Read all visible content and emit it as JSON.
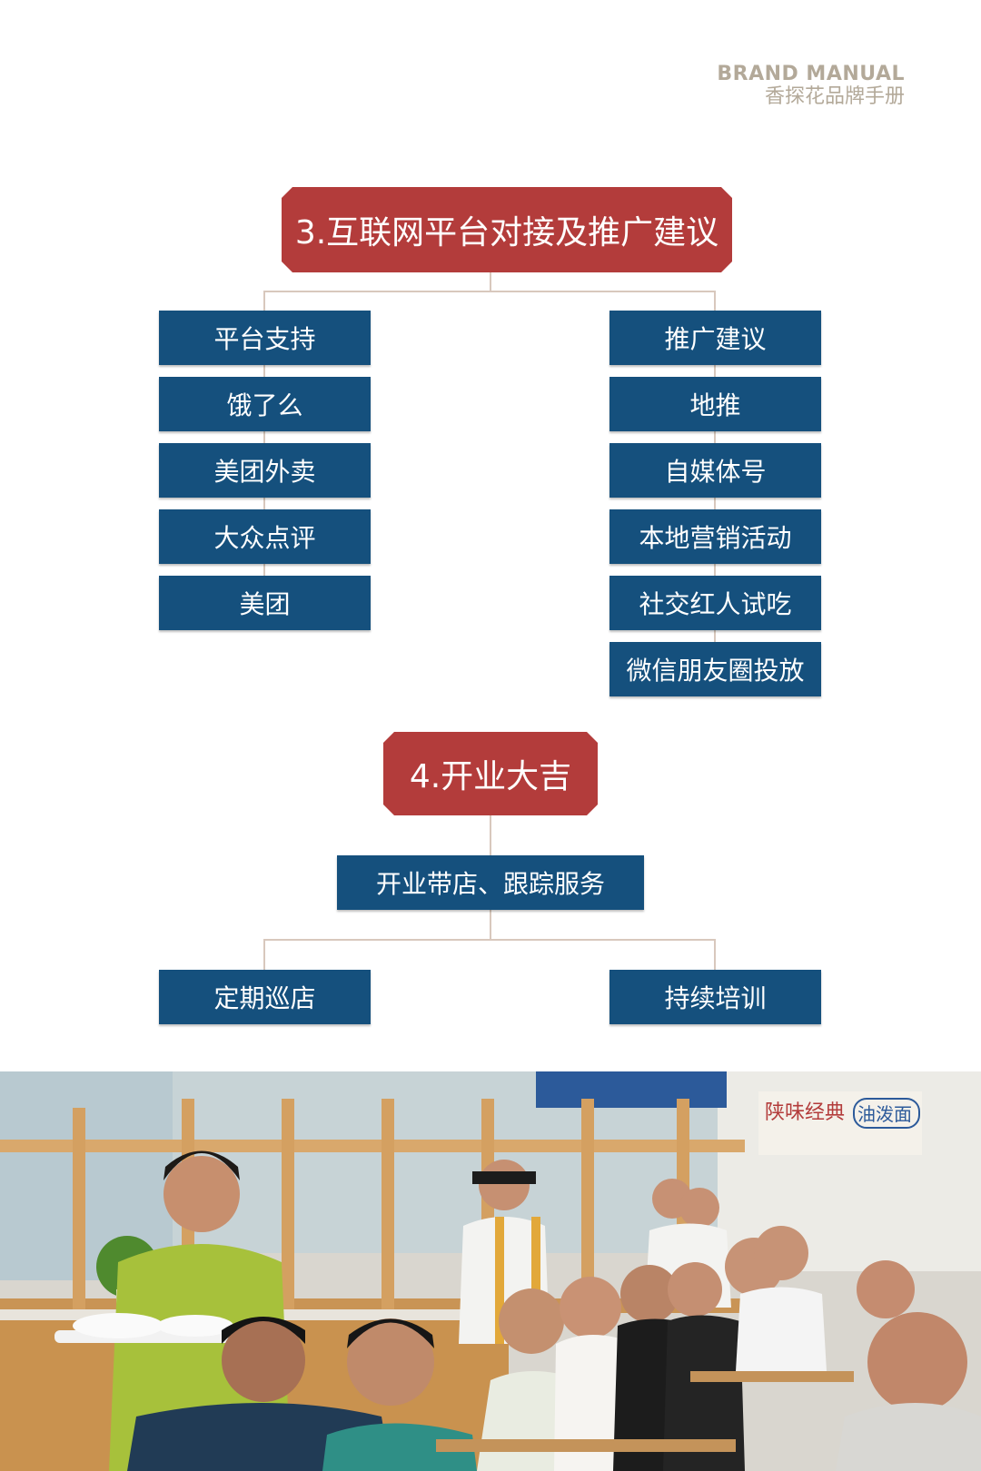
{
  "brand": {
    "en": "BRAND MANUAL",
    "cn": "香探花品牌手册"
  },
  "section3": {
    "title": "3.互联网平台对接及推广建议",
    "left_column": [
      "平台支持",
      "饿了么",
      "美团外卖",
      "大众点评",
      "美团"
    ],
    "right_column": [
      "推广建议",
      "地推",
      "自媒体号",
      "本地营销活动",
      "社交红人试吃",
      "微信朋友圈投放"
    ]
  },
  "section4": {
    "title": "4.开业大吉",
    "middle": "开业带店、跟踪服务",
    "left": "定期巡店",
    "right": "持续培训"
  },
  "photo": {
    "sign_text": "陕味经典",
    "sign_badge": "油泼面"
  },
  "colors": {
    "banner": "#b33c3b",
    "box": "#15507d",
    "connector": "#d8c8bd",
    "brand_text": "#b3a999"
  }
}
